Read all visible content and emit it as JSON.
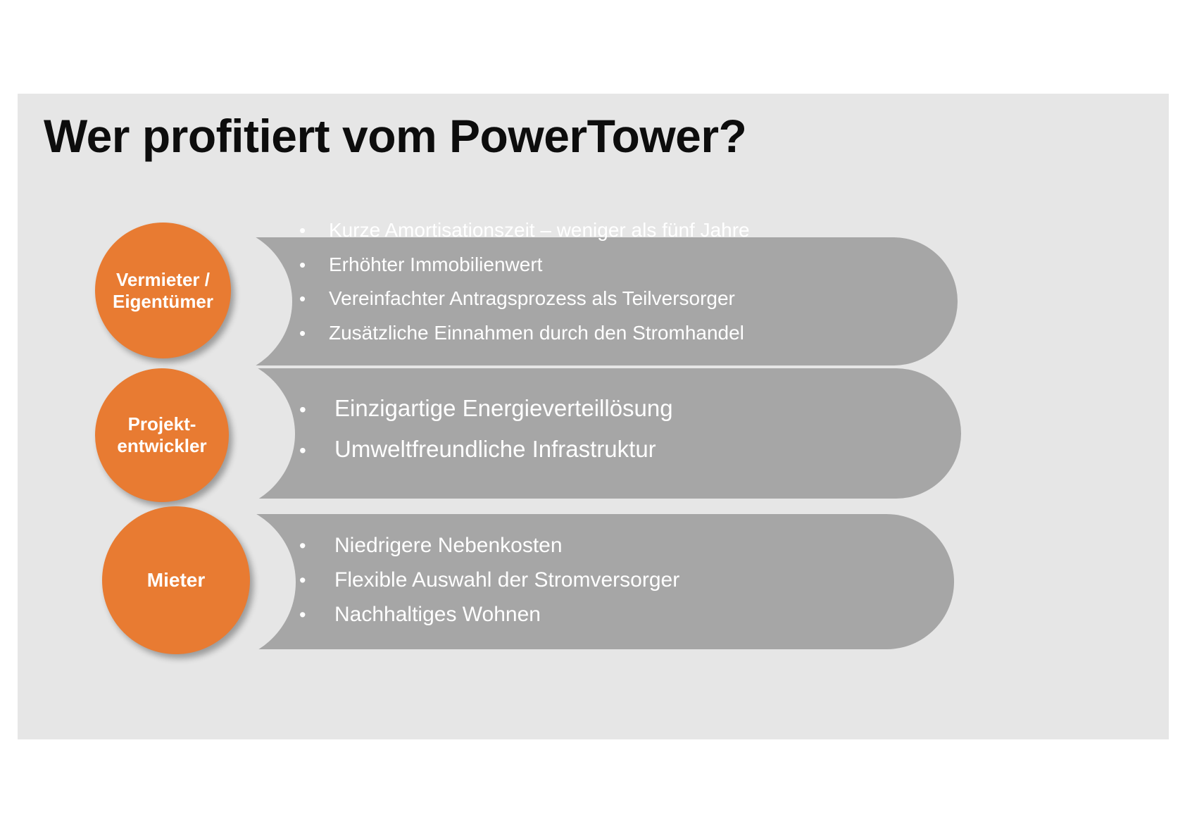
{
  "slide": {
    "title": "Wer profitiert vom PowerTower?",
    "background_color": "#e6e6e6",
    "accent_color": "#e87b32",
    "bar_color": "#a6a6a6",
    "title_color": "#0d0d0d",
    "bullet_text_color": "#ffffff",
    "bullet_marker": "•"
  },
  "rows": [
    {
      "label_line1": "Vermieter /",
      "label_line2": "Eigentümer",
      "bullets": [
        "Kurze Amortisationszeit – weniger als fünf Jahre",
        "Erhöhter Immobilienwert",
        "Vereinfachter Antragsprozess als Teilversorger",
        "Zusätzliche Einnahmen durch den Stromhandel"
      ]
    },
    {
      "label_line1": "Projekt-",
      "label_line2": "entwickler",
      "bullets": [
        "Einzigartige Energieverteillösung",
        "Umweltfreundliche Infrastruktur"
      ]
    },
    {
      "label_line1": "Mieter",
      "label_line2": "",
      "bullets": [
        "Niedrigere Nebenkosten",
        "Flexible Auswahl der Stromversorger",
        "Nachhaltiges Wohnen"
      ]
    }
  ]
}
